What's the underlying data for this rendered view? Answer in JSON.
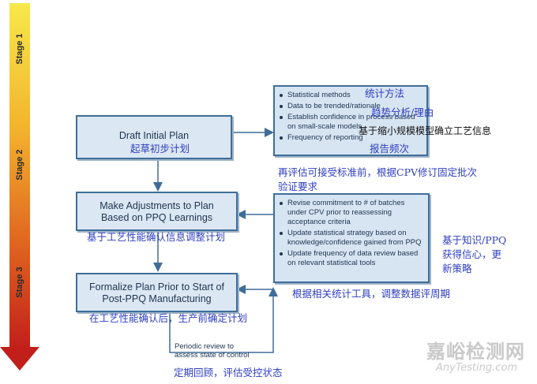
{
  "stages": [
    "Stage 1",
    "Stage 2",
    "Stage 3"
  ],
  "boxes": {
    "draft": {
      "lines": [
        "Draft Initial Plan"
      ],
      "cn": "起草初步计划"
    },
    "adjust": {
      "lines": [
        "Make Adjustments to Plan",
        "Based on PPQ Learnings"
      ],
      "cn": "基于工艺性能确认信息调整计划"
    },
    "formalize": {
      "lines": [
        "Formalize Plan Prior to Start of",
        "Post-PPQ Manufacturing"
      ],
      "cn": "在工艺性能确认后，生产前确定计划"
    }
  },
  "info1": {
    "items": [
      "Statistical methods",
      "Data to be trended/rationale",
      "Establish confidence in process based on small-scale models",
      "Frequency of reporting"
    ],
    "cn": [
      "统计方法",
      "趋势分析/理由",
      "基于缩小规模模型确立工艺信息",
      "报告频次"
    ]
  },
  "info2": {
    "items": [
      "Revise commitment to # of batches under CPV prior to reassessing acceptance criteria",
      "Update statistical strategy based on knowledge/confidence gained from PPQ",
      "Update frequency of data review based on relevant statistical tools"
    ],
    "cn_top": [
      "再评估可接受标准前，根据CPV修订固定批次",
      "验证要求"
    ],
    "cn_right": [
      "基于知识/PPQ",
      "获得信心，更",
      "新策略"
    ],
    "cn_bottom": "根据相关统计工具，调整数据评周期"
  },
  "periodic": {
    "lines": [
      "Periodic review to",
      "assess state of control"
    ],
    "cn": "定期回顾，评估受控状态"
  },
  "watermark": {
    "cn": "嘉峪检测网",
    "en": "AnyTesting.com"
  },
  "colors": {
    "box_fill": "#dbe7f3",
    "box_border": "#3f6d99",
    "cn_text": "#2e3ec0"
  }
}
